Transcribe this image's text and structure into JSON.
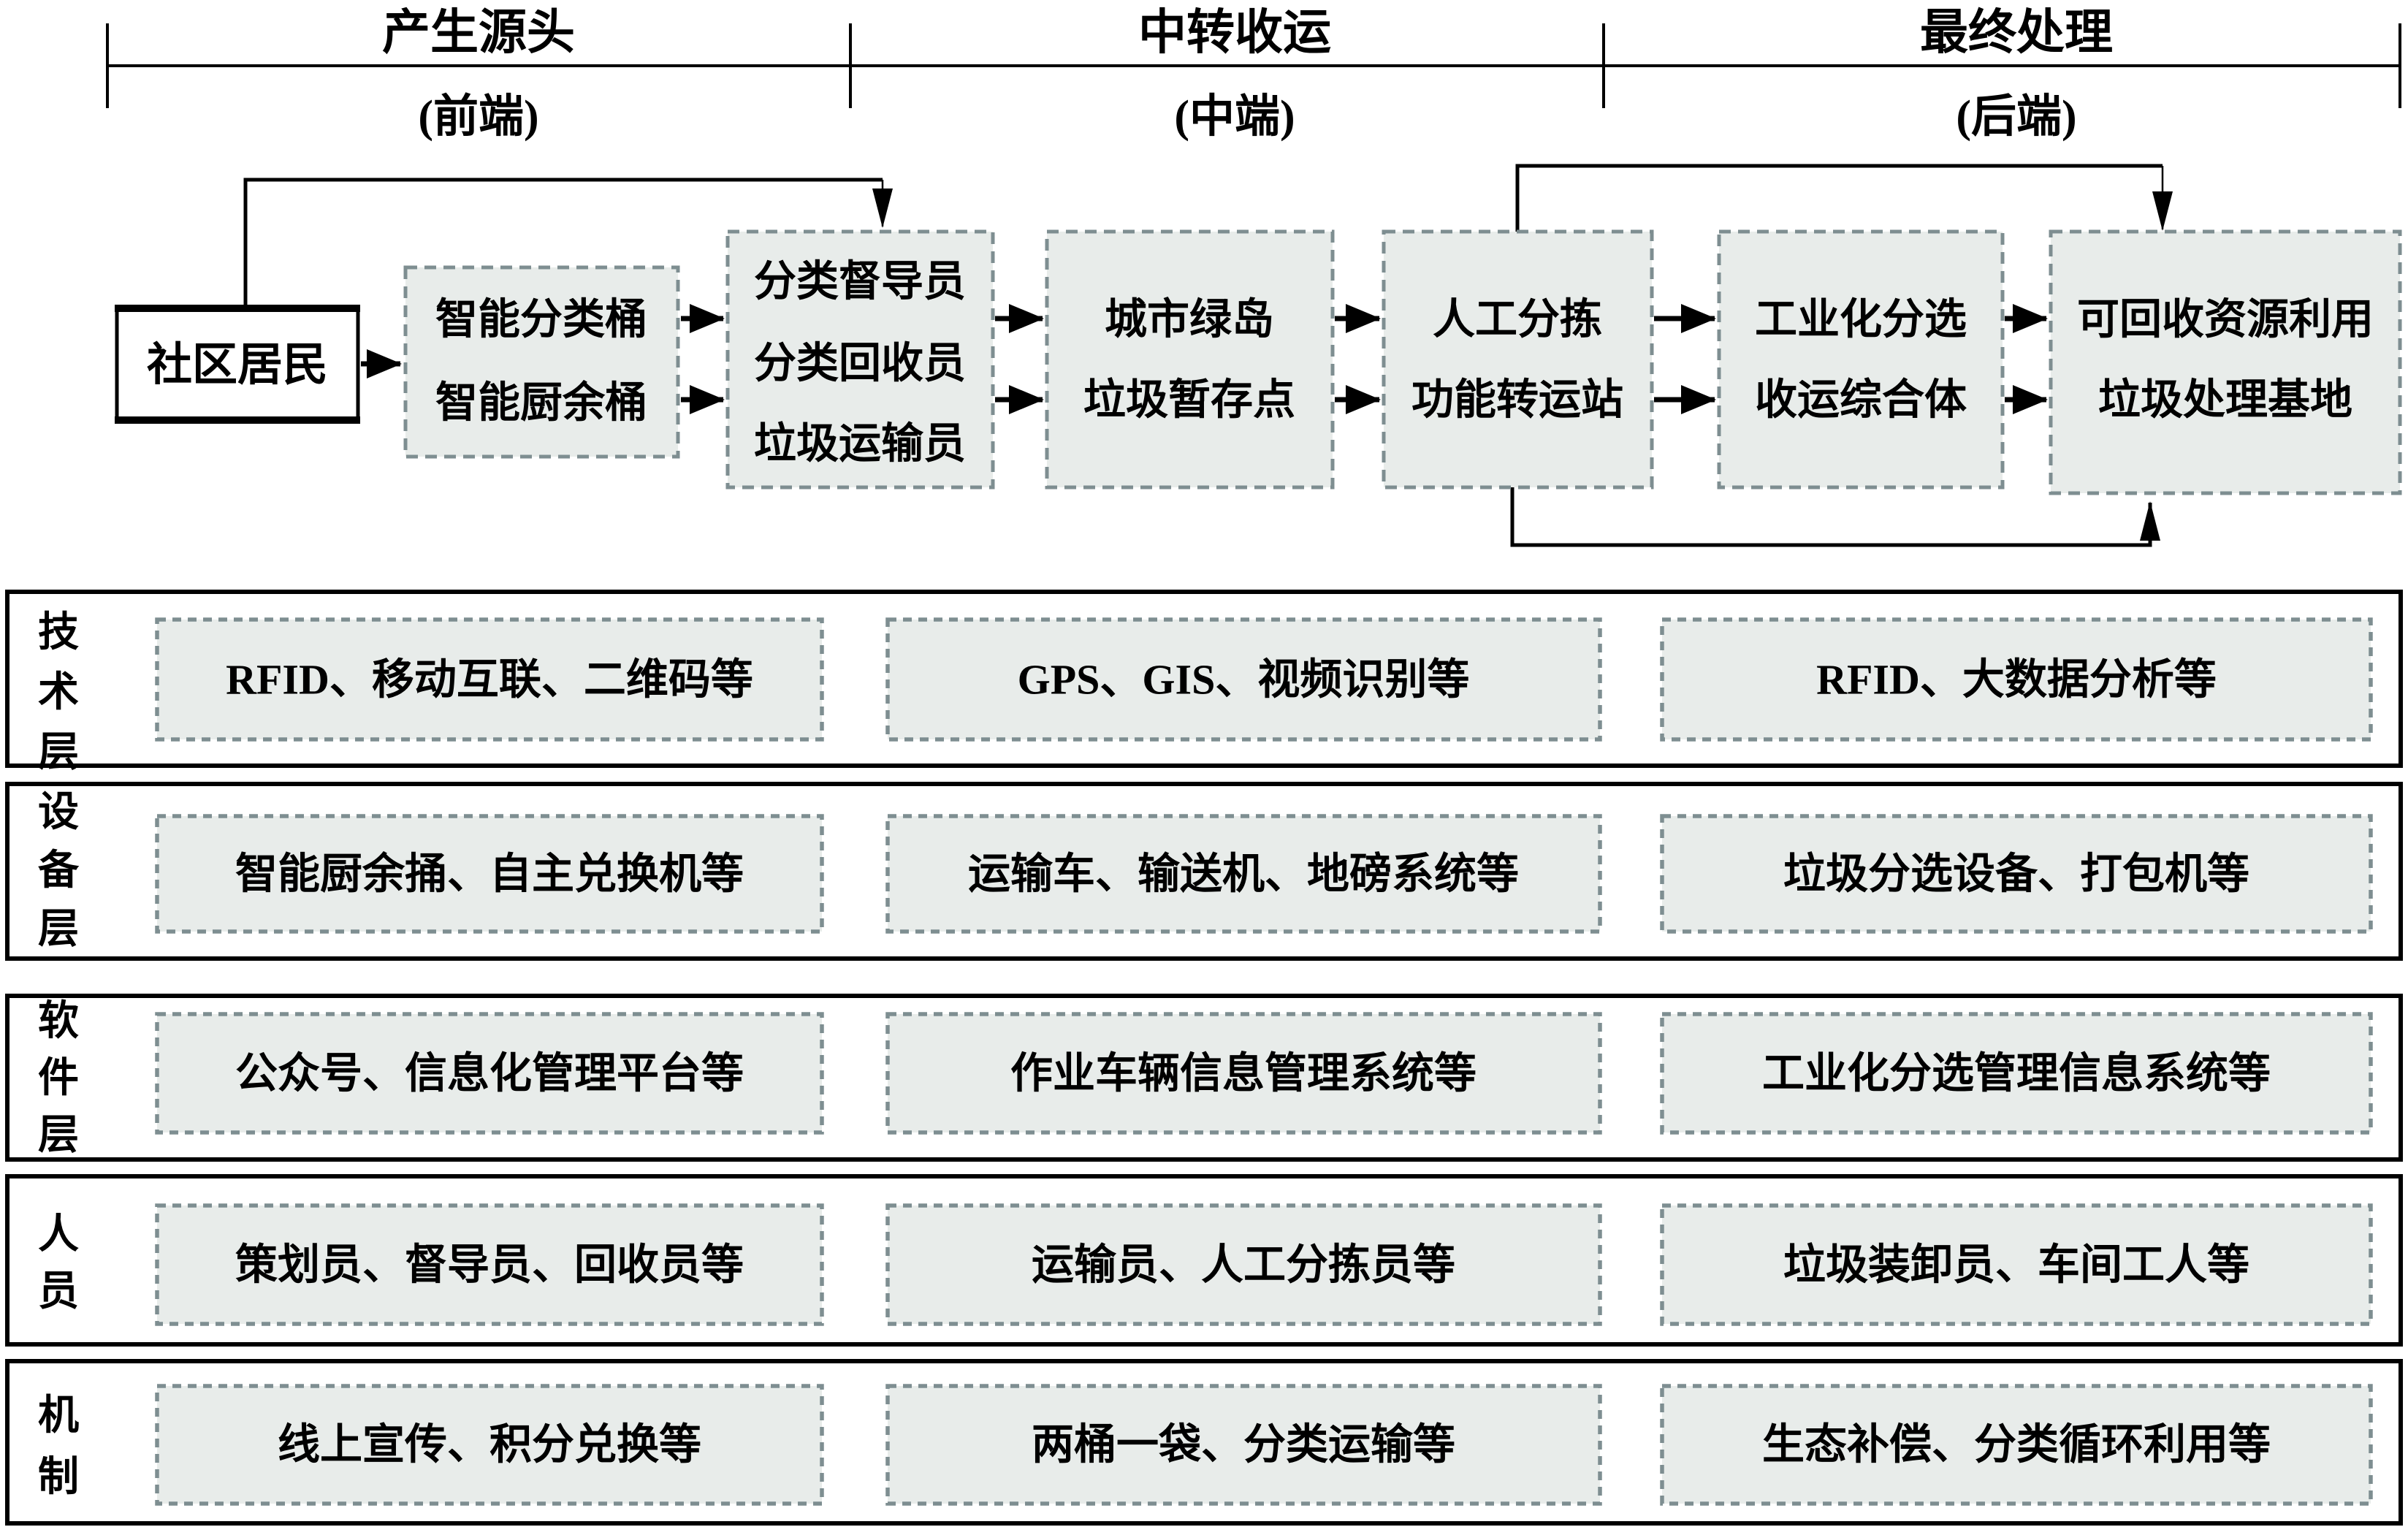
{
  "phases": [
    {
      "title": "产生源头",
      "subtitle": "(前端)"
    },
    {
      "title": "中转收运",
      "subtitle": "(中端)"
    },
    {
      "title": "最终处理",
      "subtitle": "(后端)"
    }
  ],
  "flow": {
    "boxes": [
      {
        "lines": [
          "社区居民"
        ]
      },
      {
        "lines": [
          "智能分类桶",
          "智能厨余桶"
        ]
      },
      {
        "lines": [
          "分类督导员",
          "分类回收员",
          "垃圾运输员"
        ]
      },
      {
        "lines": [
          "城市绿岛",
          "垃圾暂存点"
        ]
      },
      {
        "lines": [
          "人工分拣",
          "功能转运站"
        ]
      },
      {
        "lines": [
          "工业化分选",
          "收运综合体"
        ]
      },
      {
        "lines": [
          "可回收资源利用",
          "垃圾处理基地"
        ]
      }
    ]
  },
  "layers": [
    {
      "label": "技术层",
      "boxes": [
        "RFID、移动互联、二维码等",
        "GPS、GIS、视频识别等",
        "RFID、大数据分析等"
      ]
    },
    {
      "label": "设备层",
      "boxes": [
        "智能厨余捅、自主兑换机等",
        "运输车、输送机、地磅系统等",
        "垃圾分选设备、打包机等"
      ]
    },
    {
      "label": "软件层",
      "boxes": [
        "公众号、信息化管理平台等",
        "作业车辆信息管理系统等",
        "工业化分选管理信息系统等"
      ]
    },
    {
      "label": "人员",
      "boxes": [
        "策划员、督导员、回收员等",
        "运输员、人工分拣员等",
        "垃圾装卸员、车间工人等"
      ]
    },
    {
      "label": "机制",
      "boxes": [
        "线上宣传、积分兑换等",
        "两桶一袋、分类运输等",
        "生态补偿、分类循环利用等"
      ]
    }
  ],
  "colors": {
    "box_fill": "#e8ecea",
    "box_border": "#7e8e91",
    "line": "#000000"
  }
}
